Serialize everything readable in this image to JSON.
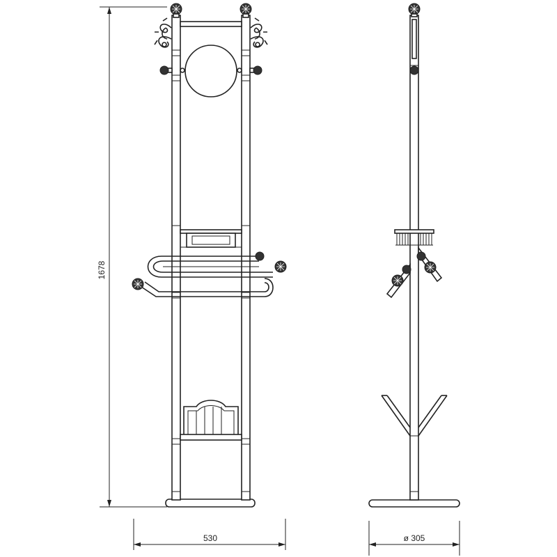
{
  "drawing": {
    "dimensions": {
      "height": "1678",
      "width": "530",
      "diameter": "ø 305"
    }
  },
  "colors": {
    "line": "#222222",
    "background": "#ffffff"
  }
}
